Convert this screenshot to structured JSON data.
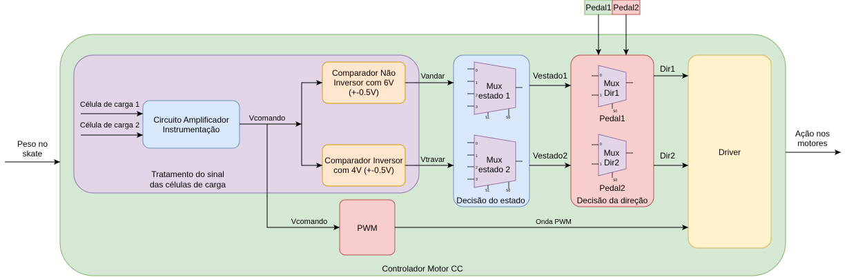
{
  "colors": {
    "controller_fill": "#d5e8d4",
    "controller_stroke": "#82b366",
    "purple_fill": "#e1d5e7",
    "purple_stroke": "#9673a6",
    "blue_fill": "#dae8fc",
    "blue_stroke": "#6c8ebf",
    "orange_fill": "#ffe6cc",
    "orange_stroke": "#d79b00",
    "red_fill": "#f8cecc",
    "red_stroke": "#b85450",
    "yellow_fill": "#fff2cc",
    "yellow_stroke": "#d6b656"
  },
  "pedals": {
    "pedal1": "Pedal1",
    "pedal2": "Pedal2"
  },
  "controller": {
    "label": "Controlador Motor CC"
  },
  "inputs": {
    "weight": [
      "Peso no",
      "skate"
    ],
    "cell1": "Célula de carga 1",
    "cell2": "Célula de carga 2"
  },
  "outputs": {
    "action": [
      "Ação nos",
      "motores"
    ]
  },
  "signal_treatment": {
    "label": [
      "Tratamento do sinal",
      "das células de carga"
    ]
  },
  "amplifier": {
    "label": [
      "Circuito Amplificador",
      "Instrumentação"
    ]
  },
  "comparator_a": {
    "label": [
      "Comparador Não",
      "Inversor com 6V",
      "(+-0.5V)"
    ]
  },
  "comparator_b": {
    "label": [
      "Comparador Inversor",
      "com 4V (+-0.5V)"
    ]
  },
  "state_decision": {
    "label": "Decisão do estado",
    "mux1": [
      "Mux",
      "estado 1"
    ],
    "mux2": [
      "Mux",
      "estado 2"
    ]
  },
  "direction_decision": {
    "label": "Decisão da direção",
    "mux1": [
      "Mux",
      "Dir1"
    ],
    "mux2": [
      "Mux",
      "Dir2"
    ],
    "pedal1": "Pedal1",
    "pedal2": "Pedal2"
  },
  "mux_pins": {
    "p0": "0",
    "p1": "1",
    "p2": "2",
    "p3": "3",
    "s1": "S1",
    "s0": "S0"
  },
  "pwm": {
    "label": "PWM"
  },
  "driver": {
    "label": "Driver"
  },
  "signals": {
    "vcomando": "Vcomando",
    "vcomando2": "Vcomando",
    "vandar": "Vandar",
    "vtravar": "Vtravar",
    "vestado1": "Vestado1",
    "vestado2": "Vestado2",
    "dir1": "Dir1",
    "dir2": "Dir2",
    "onda_pwm": "Onda PWM"
  }
}
